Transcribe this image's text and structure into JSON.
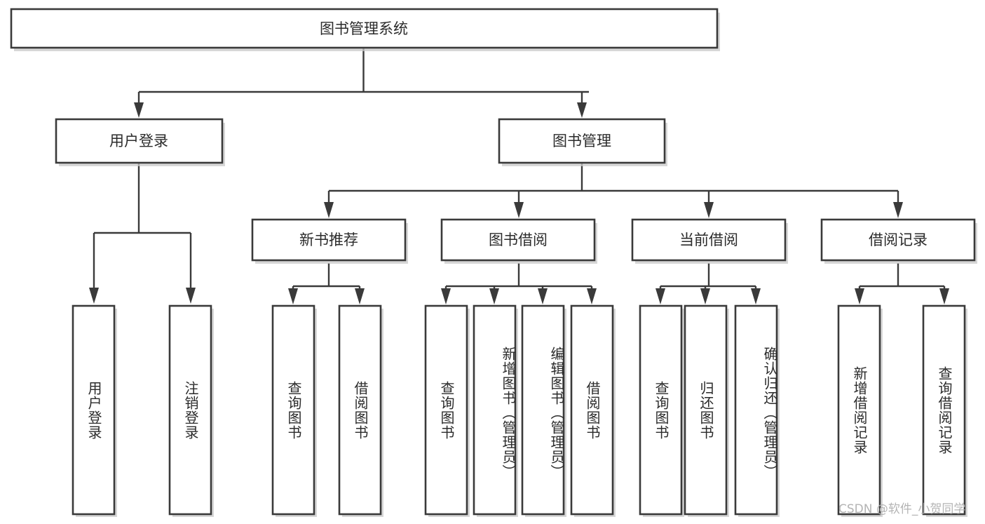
{
  "diagram": {
    "title": "图书管理系统",
    "watermark": "CSDN @软件_小贺同学",
    "colors": {
      "box_stroke": "#3a3a3a",
      "box_fill": "#ffffff",
      "connector": "#3a3a3a",
      "text": "#2b2b2b",
      "watermark": "#b4b4b4",
      "background": "#ffffff"
    },
    "root": {
      "label": "图书管理系统"
    },
    "level2": [
      {
        "label": "用户登录"
      },
      {
        "label": "图书管理"
      }
    ],
    "level3": [
      {
        "label": "新书推荐"
      },
      {
        "label": "图书借阅"
      },
      {
        "label": "当前借阅"
      },
      {
        "label": "借阅记录"
      }
    ],
    "leaves_user_login": [
      {
        "label": "用户登录"
      },
      {
        "label": "注销登录"
      }
    ],
    "leaves_new_books": [
      {
        "label": "查询图书"
      },
      {
        "label": "借阅图书"
      }
    ],
    "leaves_borrow": [
      {
        "label": "查询图书"
      },
      {
        "label": "新增图书（管理员）"
      },
      {
        "label": "编辑图书（管理员）"
      },
      {
        "label": "借阅图书"
      }
    ],
    "leaves_current": [
      {
        "label": "查询图书"
      },
      {
        "label": "归还图书"
      },
      {
        "label": "确认归还（管理员）"
      }
    ],
    "leaves_records": [
      {
        "label": "新增借阅记录"
      },
      {
        "label": "查询借阅记录"
      }
    ]
  }
}
